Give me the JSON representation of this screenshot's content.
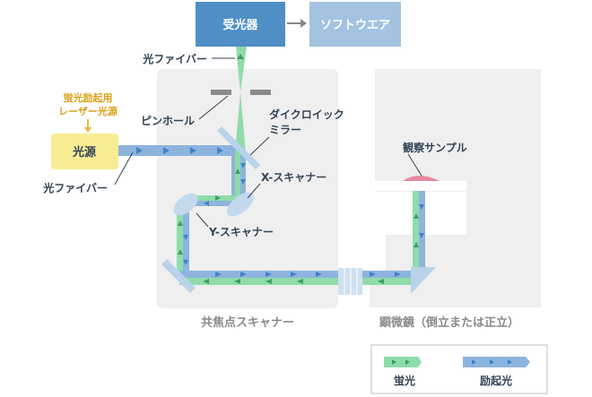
{
  "header": {
    "detector_label": "受光器",
    "software_label": "ソフトウエア"
  },
  "source": {
    "fluorescence_laser_label": [
      "蛍光励起用",
      "レーザー光源"
    ],
    "light_source_label": "光源"
  },
  "labels": {
    "optical_fiber_top": "光ファイバー",
    "optical_fiber_bottom": "光ファイバー",
    "pinhole": "ピンホール",
    "dichroic_mirror": [
      "ダイクロイック",
      "ミラー"
    ],
    "x_scanner": "X-スキャナー",
    "y_scanner": "Y-スキャナー",
    "observation_sample": "観察サンプル"
  },
  "sections": {
    "confocal_scanner": "共焦点スキャナー",
    "microscope": "顕微鏡（倒立または正立）"
  },
  "legend": {
    "fluorescence": "蛍光",
    "excitation": "励起光"
  },
  "colors": {
    "detector_box": "#4f8fc6",
    "software_box": "#a3c3e1",
    "light_source_box": "#f7ec94",
    "panel_gray": "#efefef",
    "fluorescence_green": "#8fdcaa",
    "excitation_blue": "#8db4dd",
    "arrow_blue": "#3e84c8",
    "sample_pink": "#e58aa0",
    "text_dark": "#334456",
    "text_gray": "#8a8a8a",
    "text_yellow": "#d9a21a"
  }
}
